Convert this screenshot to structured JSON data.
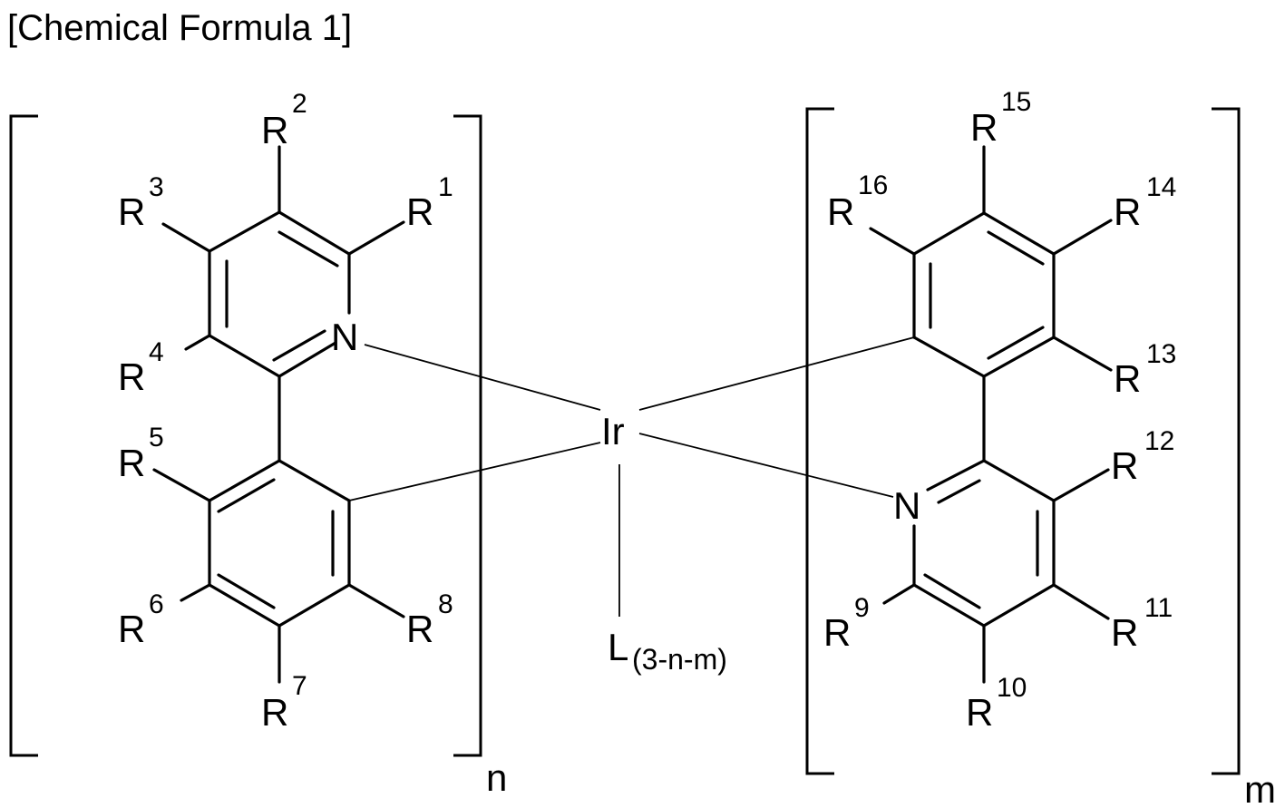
{
  "title": "[Chemical Formula 1]",
  "metal": "Ir",
  "ancillary_ligand": {
    "symbol": "L",
    "subscript": "(3-n-m)"
  },
  "bracket_subscripts": {
    "left": "n",
    "right": "m"
  },
  "atoms": {
    "nitrogen": "N",
    "substituent": "R"
  },
  "substituent_numbers": {
    "r1": "1",
    "r2": "2",
    "r3": "3",
    "r4": "4",
    "r5": "5",
    "r6": "6",
    "r7": "7",
    "r8": "8",
    "r9": "9",
    "r10": "10",
    "r11": "11",
    "r12": "12",
    "r13": "13",
    "r14": "14",
    "r15": "15",
    "r16": "16"
  }
}
